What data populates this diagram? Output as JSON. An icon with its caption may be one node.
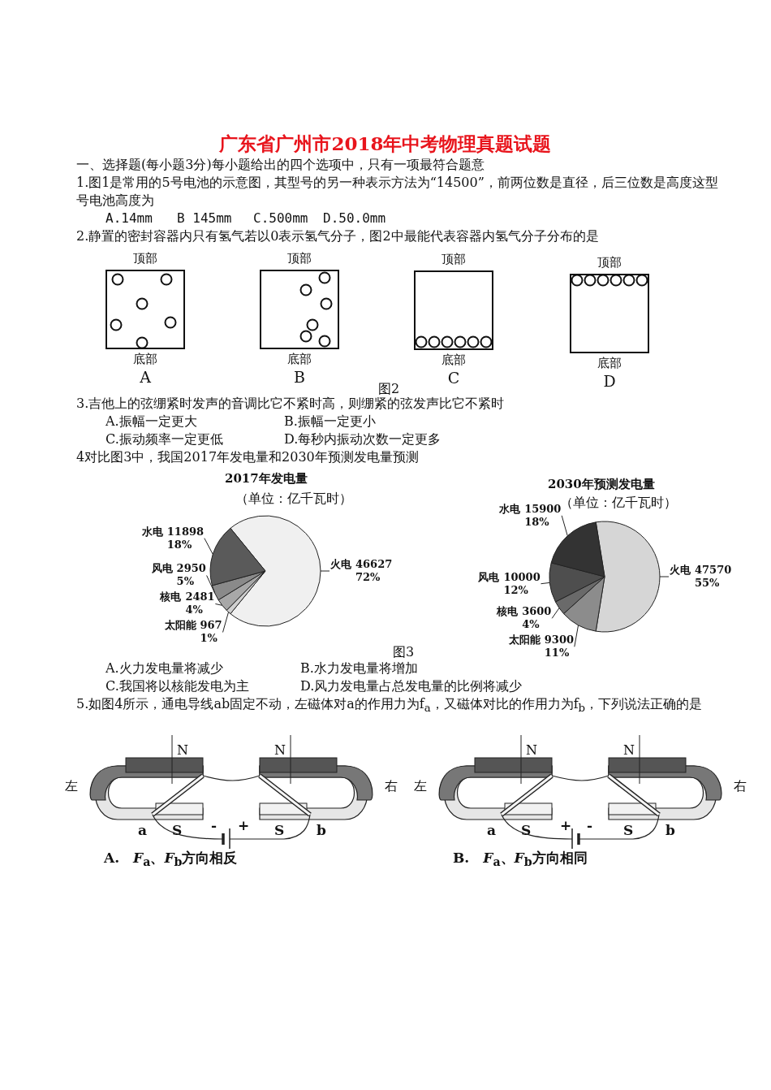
{
  "diagram": {
    "title": "广东省广州市2018年中考物理真题试题",
    "nodes": [
      {
        "text": [
          "顶部",
          "底部"
        ],
        "beside": [
          "A"
        ]
      },
      {
        "text": [
          "顶部",
          "底部"
        ],
        "beside": [
          "B"
        ]
      },
      {
        "text": [
          "顶部",
          "底部"
        ],
        "beside": [
          "C"
        ]
      },
      {
        "text": [
          "顶部",
          "底部"
        ],
        "beside": [
          "D"
        ]
      }
    ],
    "labels": [
      "一、选择题(每小题3分)每小题给出的四个选项中，只有一项最符合题意",
      "1.图1是常用的5号电池的示意图，其型号的另一种表示方法为“14500”，前两位数是直径，后三位数是高度这型号电池高度为",
      "A.14mm",
      "B 145mm",
      "C.500mm",
      "D.50.0mm",
      "2.静置的密封容器内只有氢气若以0表示氢气分子，图2中最能代表容器内氢气分子分布的是",
      "图2",
      "3.吉他上的弦绷紧时发声的音调比它不紧时高，则绷紧的弦发声比它不紧时",
      "A.振幅一定更大",
      "B.振幅一定更小",
      "C.振动频率一定更低",
      "D.每秒内振动次数一定更多",
      "4对比图3中，我国2017年发电量和2030年预测发电量预测",
      "（单位：亿千瓦时）",
      "（单位：亿千瓦时）",
      "图3",
      "A.火力发电量将减少",
      "B.水力发电量将增加",
      "C.我国将以核能发电为主",
      "D.风力发电量占总发电量的比例将减少",
      "5.如图4所示，通电导线ab固定不动，左磁体对a的作用力为f$_{a}$，又磁体对比的作用力为f$_{b}$，下列说法正确的是",
      "N",
      "N",
      "左",
      "右",
      "a",
      "S",
      "-",
      "+",
      "S",
      "b",
      "A.　*F*$_{a}$、*F*$_{b}$方向相反",
      "N",
      "N",
      "左",
      "右",
      "a",
      "S",
      "+",
      "-",
      "S",
      "b",
      "B.　*F*$_{a}$、*F*$_{b}$方向相同"
    ],
    "chart_data": [
      {
        "type": "pie",
        "title": "2017年发电量",
        "categories": [
          "水电",
          "风电",
          "核电",
          "太阳能",
          "火电"
        ],
        "values": [
          11898,
          2950,
          2481,
          967,
          46627
        ],
        "data_labels": true,
        "value_labels": [
          "11898 18%",
          "2950 5%",
          "2481 4%",
          "967 1%",
          "46627 72%"
        ]
      },
      {
        "type": "pie",
        "title": "2030年预测发电量",
        "categories": [
          "水电",
          "风电",
          "核电",
          "太阳能",
          "火电"
        ],
        "values": [
          15900,
          10000,
          3600,
          9300,
          47570
        ],
        "data_labels": true,
        "value_labels": [
          "15900 18%",
          "10000 12%",
          "3600 4%",
          "9300 11%",
          "47570 55%"
        ]
      }
    ]
  }
}
